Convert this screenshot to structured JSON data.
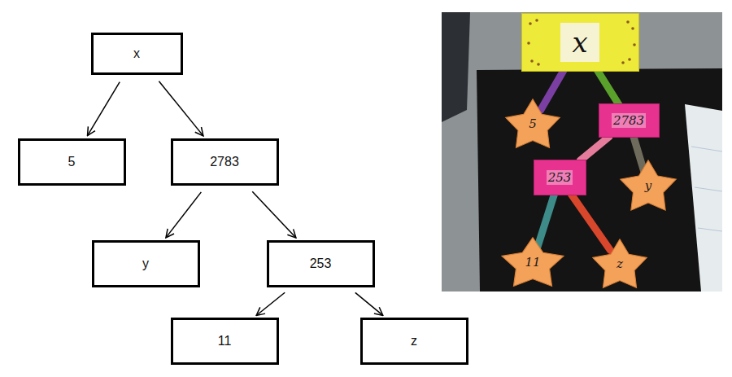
{
  "diagram": {
    "nodes": [
      {
        "text": [
          "x"
        ]
      },
      {
        "text": [
          "5"
        ]
      },
      {
        "text": [
          "2783"
        ]
      },
      {
        "text": [
          "y"
        ]
      },
      {
        "text": [
          "253"
        ]
      },
      {
        "text": [
          "11"
        ]
      },
      {
        "text": [
          "z"
        ]
      },
      {
        "text": [
          "x"
        ]
      },
      {
        "text": [
          "5"
        ]
      },
      {
        "text": [
          "2783"
        ]
      },
      {
        "text": [
          "253"
        ]
      },
      {
        "text": [
          "y"
        ]
      },
      {
        "text": [
          "11"
        ]
      },
      {
        "text": [
          "z"
        ]
      }
    ],
    "edges": [
      {
        "from": 0,
        "to": 1,
        "arrow": "to"
      },
      {
        "from": 0,
        "to": 2,
        "arrow": "to"
      },
      {
        "from": 2,
        "to": 3,
        "arrow": "to"
      },
      {
        "from": 2,
        "to": 4,
        "arrow": "to"
      },
      {
        "from": 4,
        "to": 5,
        "arrow": "to"
      },
      {
        "from": 4,
        "to": 6,
        "arrow": "to"
      },
      {
        "from": 7,
        "to": 8,
        "arrow": "none"
      },
      {
        "from": 7,
        "to": 9,
        "arrow": "none"
      },
      {
        "from": 9,
        "to": 10,
        "arrow": "none"
      },
      {
        "from": 9,
        "to": 11,
        "arrow": "none"
      },
      {
        "from": 10,
        "to": 12,
        "arrow": "none"
      },
      {
        "from": 10,
        "to": 13,
        "arrow": "none"
      }
    ]
  }
}
